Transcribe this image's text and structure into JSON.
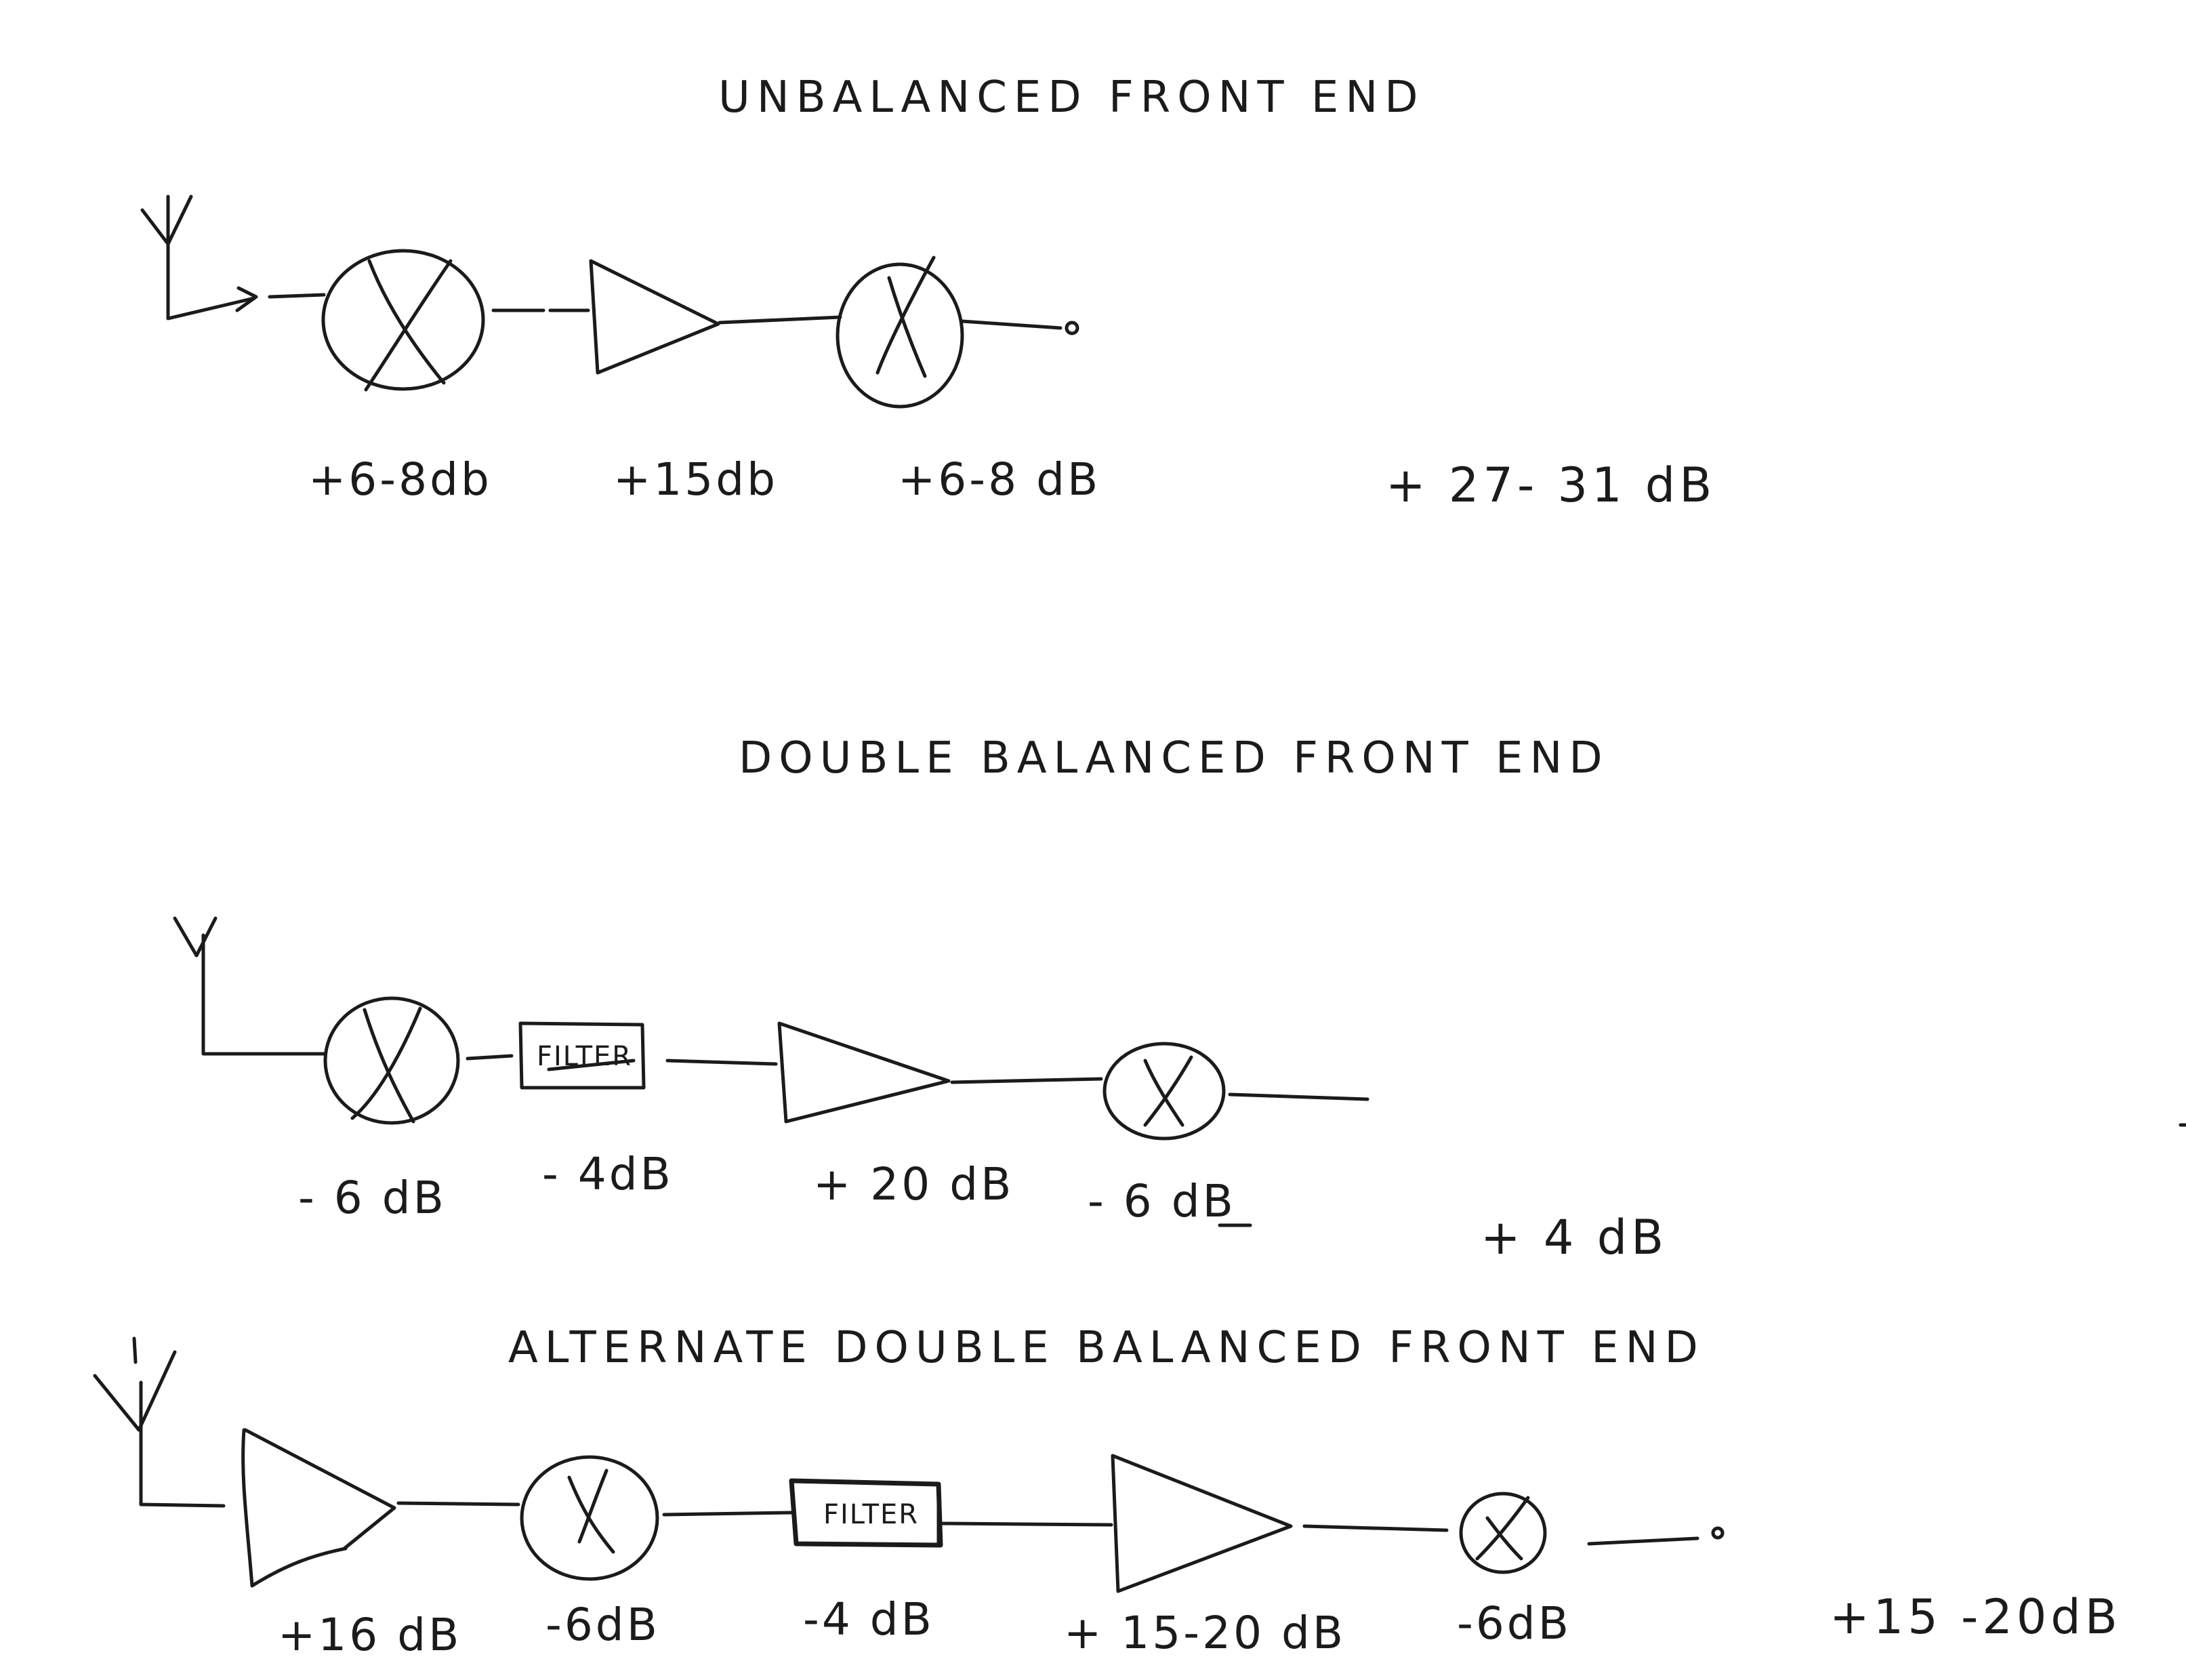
{
  "sections": {
    "unbalanced": {
      "title": "UNBALANCED FRONT END",
      "gains": [
        "+6-8db",
        "+15db",
        "+6-8 dB"
      ],
      "total": "+ 27- 31 dB"
    },
    "double_balanced": {
      "title": "DOUBLE BALANCED FRONT END",
      "filter_label": "FILTER",
      "gains": [
        "- 6 dB",
        "- 4dB",
        "+ 20 dB",
        "- 6 dB"
      ],
      "total": "+ 4 dB"
    },
    "alternate": {
      "title": "ALTERNATE DOUBLE BALANCED FRONT END",
      "filter_label": "FILTER",
      "gains": [
        "+16 dB",
        "-6dB",
        "-4 dB",
        "+ 15-20 dB",
        "-6dB"
      ],
      "total": "+15 -20dB"
    }
  }
}
